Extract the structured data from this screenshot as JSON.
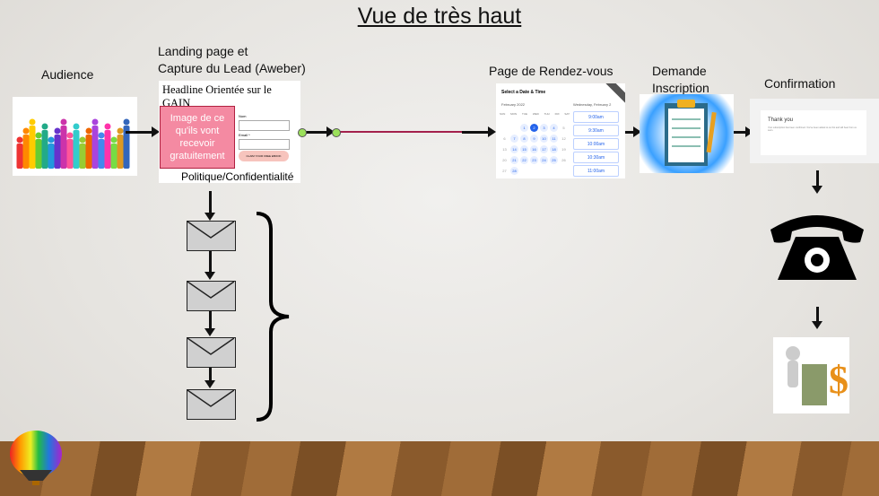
{
  "title": "Vue de très haut",
  "audience": {
    "label": "Audience"
  },
  "landing": {
    "label_line1": "Landing page et",
    "label_line2": "Capture du Lead (Aweber)",
    "headline": "Headline Orientée sur le GAIN",
    "image_text": "Image de ce qu'ils vont recevoir gratuitement",
    "field_name": "Nom",
    "field_email": "Email *",
    "button": "CLAIM YOUR FREE EBOOK",
    "footer": "Politique/Confidentialité"
  },
  "rdv": {
    "label": "Page de Rendez-vous",
    "cal_title": "Select a Date & Time",
    "month": "February 2022",
    "date_header": "Wednesday, February 2",
    "weekdays": [
      "SUN",
      "MON",
      "TUE",
      "WED",
      "THU",
      "FRI",
      "SAT"
    ],
    "slots": [
      "9:00am",
      "9:30am",
      "10:00am",
      "10:30am",
      "11:00am"
    ]
  },
  "inscription": {
    "label_line1": "Demande",
    "label_line2": "Inscription"
  },
  "confirmation": {
    "label": "Confirmation",
    "thank_you": "Thank you",
    "body": "Your subscription has been confirmed. You've been added to our list and will hear from us soon."
  },
  "colors": {
    "pink": "#f48aa2",
    "connector": "#a3214c",
    "green_dot": "#9be05a"
  }
}
